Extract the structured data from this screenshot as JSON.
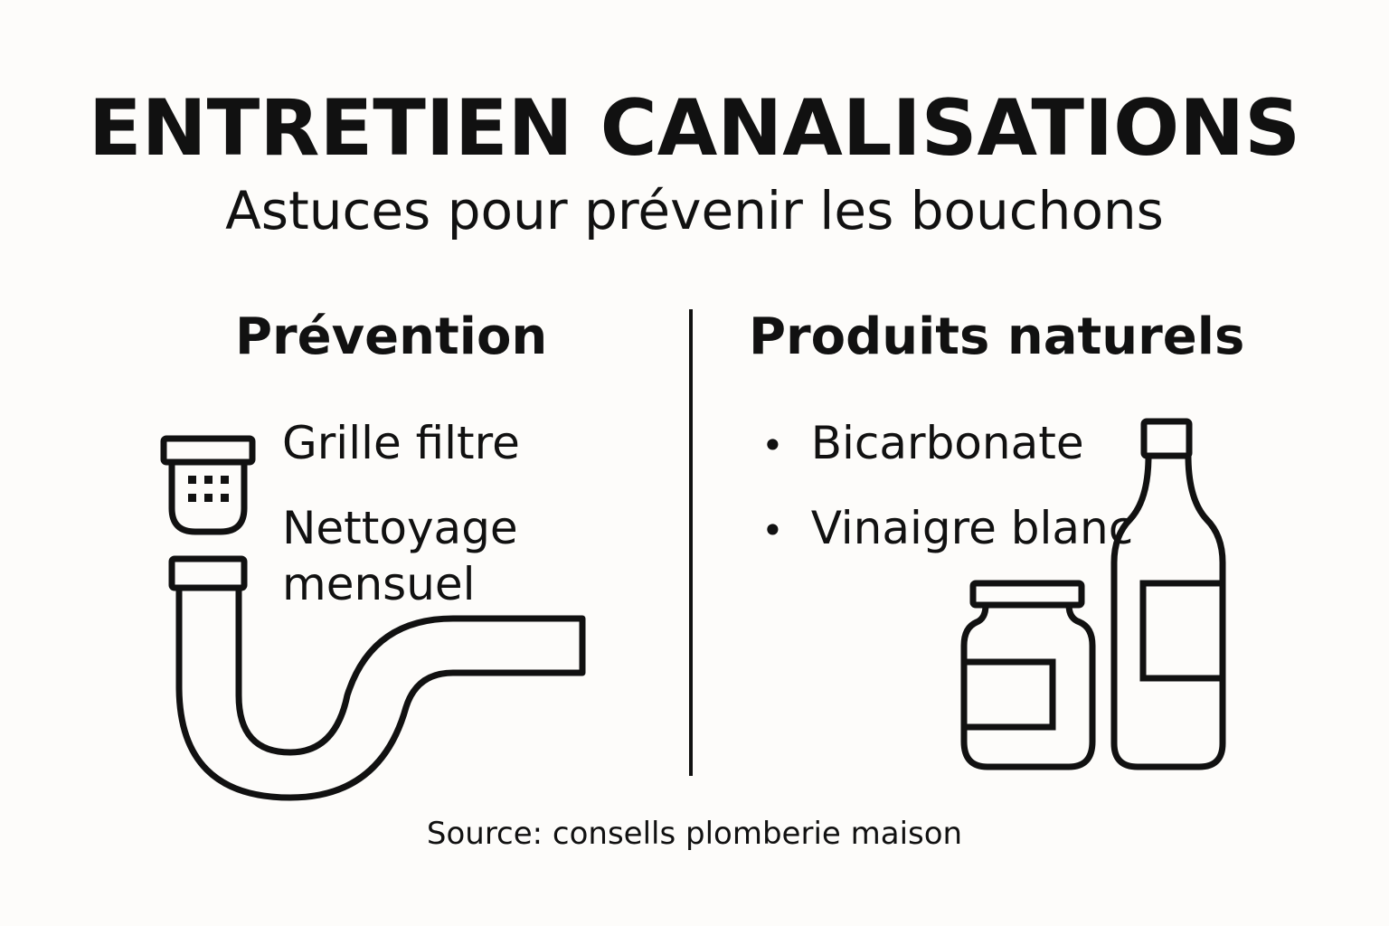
{
  "header": {
    "title": "ENTRETIEN CANALISATIONS",
    "subtitle": "Astuces pour prévenir les bouchons"
  },
  "left_column": {
    "heading": "Prévention",
    "items": [
      "Grille filtre",
      "Nettoyage",
      "mensuel"
    ],
    "icons": [
      "drain-strainer-icon",
      "p-trap-pipe-icon"
    ]
  },
  "right_column": {
    "heading": "Produits naturels",
    "bullet": "•",
    "items": [
      "Bicarbonate",
      "Vinaigre blanc"
    ],
    "icons": [
      "jar-icon",
      "bottle-icon"
    ]
  },
  "footer": {
    "source": "Source: consells plomberie maison"
  },
  "colors": {
    "background": "#fdfcfa",
    "ink": "#111111"
  }
}
